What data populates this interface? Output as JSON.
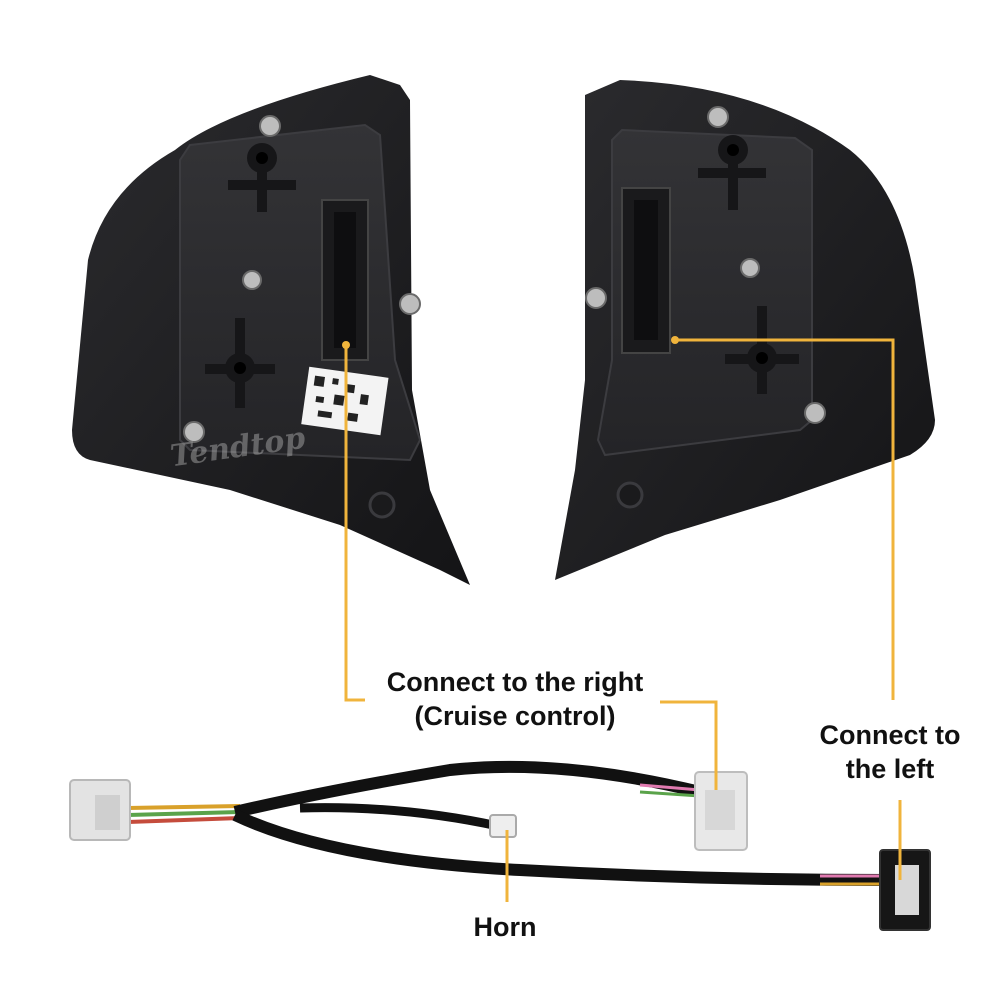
{
  "labels": {
    "connect_right_line1": "Connect to the right",
    "connect_right_line2": "(Cruise control)",
    "connect_left_line1": "Connect to",
    "connect_left_line2": "the left",
    "horn": "Horn"
  },
  "watermark": "Tendtop",
  "colors": {
    "callout_line": "#f0b43c",
    "housing": "#1c1c1e",
    "plate": "#2a2a2d",
    "cable": "#111111",
    "connector_white": "#e6e6e6"
  },
  "icons": [
    "left-switch-panel",
    "right-switch-panel",
    "wiring-harness",
    "qr-sticker-icon"
  ]
}
